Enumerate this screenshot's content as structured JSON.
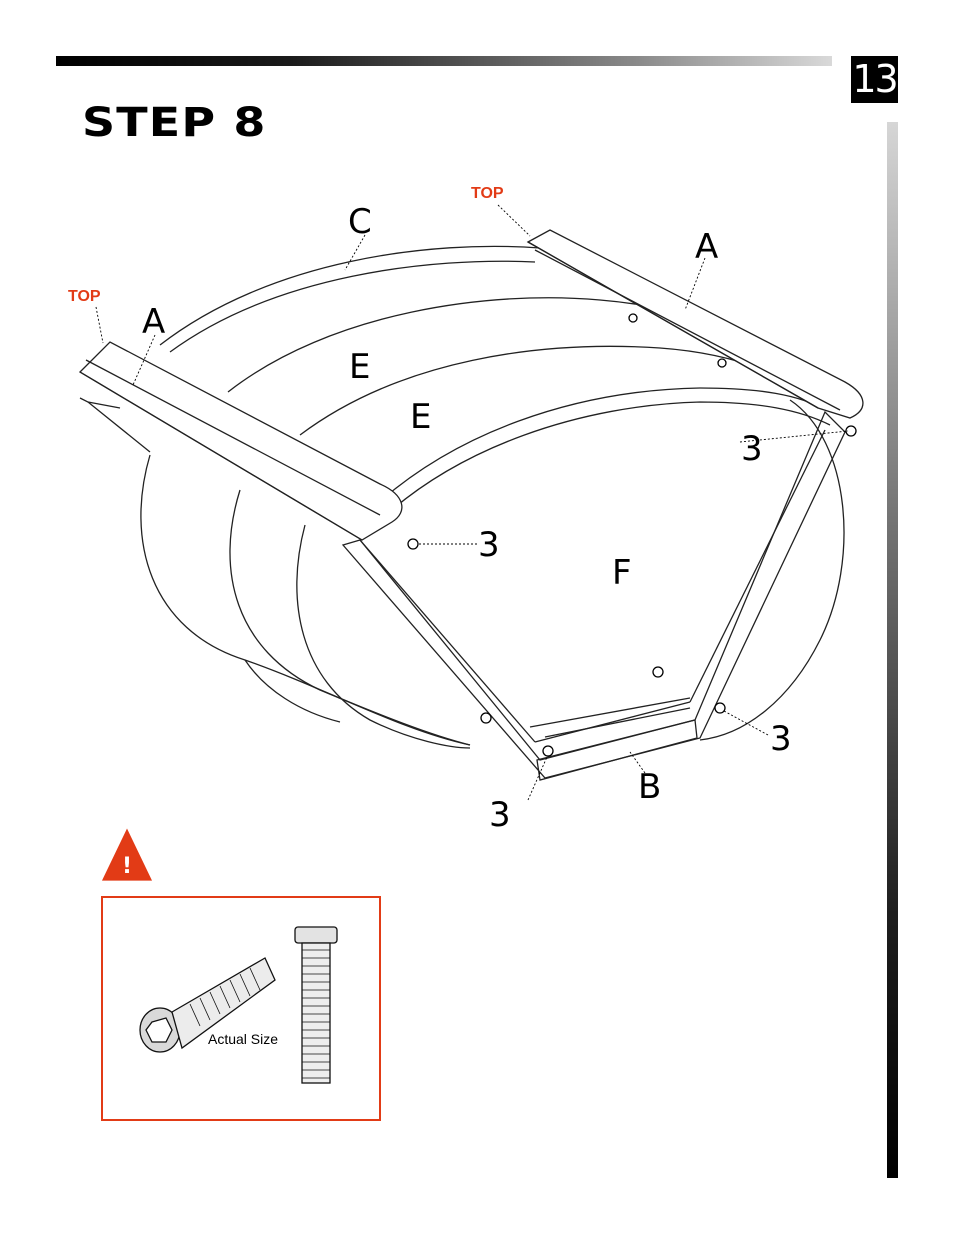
{
  "page": {
    "number": "13",
    "step_title": "STEP 8"
  },
  "callouts": {
    "top_left": "TOP",
    "top_right": "TOP",
    "part_a_left": "A",
    "part_a_right": "A",
    "part_b": "B",
    "part_c": "C",
    "part_e_upper": "E",
    "part_e_lower": "E",
    "part_f": "F",
    "bolt_right_upper": "3",
    "bolt_center": "3",
    "bolt_right_lower": "3",
    "bolt_bottom": "3"
  },
  "warning": {
    "icon": "exclamation-warning-icon",
    "symbol": "!",
    "color": "#e23b16",
    "actual_size_label": "Actual Size"
  }
}
